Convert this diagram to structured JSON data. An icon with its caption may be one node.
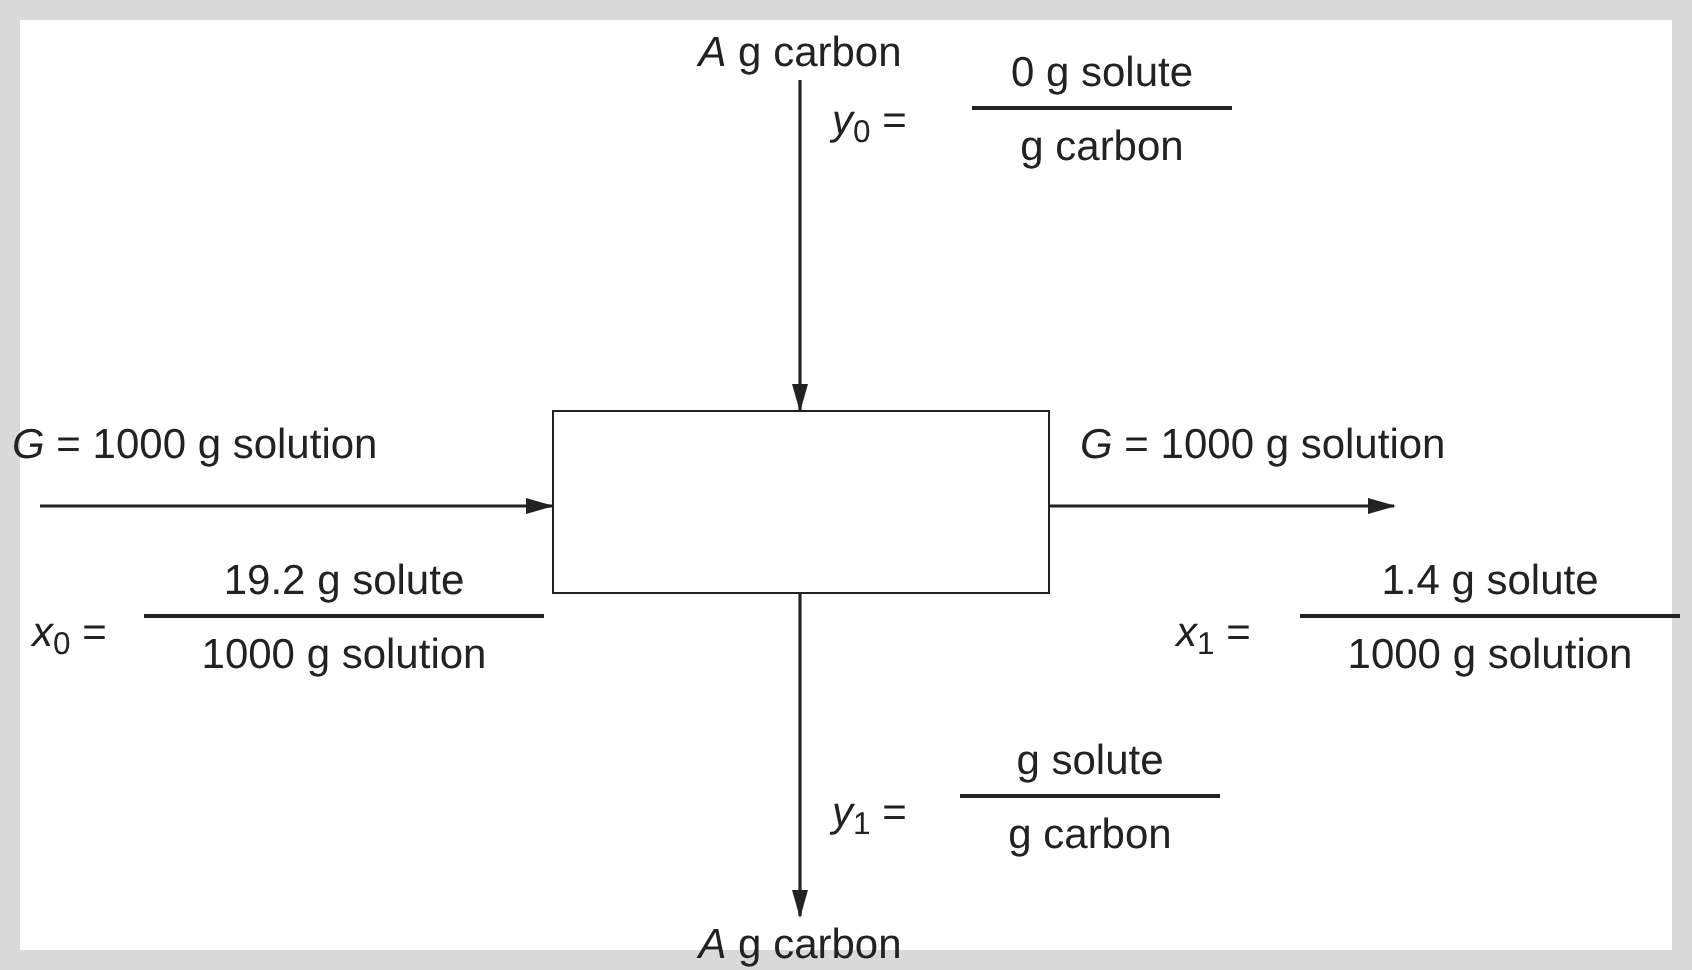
{
  "diagram": {
    "nodes": [
      {
        "text": [],
        "shape": "box"
      },
      {
        "text": [
          "*A* g carbon"
        ]
      },
      {
        "text": [
          "*A* g carbon"
        ]
      }
    ],
    "edges": [
      {
        "from": 1,
        "to": 0,
        "arrow": "to"
      },
      {
        "from": 0,
        "to": 2,
        "arrow": "to"
      },
      {
        "from": null,
        "to": 0,
        "arrow": "to",
        "label": "*G* = 1000 g solution"
      },
      {
        "from": 0,
        "to": null,
        "arrow": "to",
        "label": "*G* = 1000 g solution"
      }
    ],
    "labels": [
      "*y*$_{0}$ =",
      "0 g solute",
      "g carbon",
      "*x*$_{0}$ =",
      "19.2 g solute",
      "1000 g solution",
      "*x*$_{1}$ =",
      "1.4 g solute",
      "1000 g solution",
      "*y*$_{1}$ =",
      "g solute",
      "g carbon"
    ]
  }
}
